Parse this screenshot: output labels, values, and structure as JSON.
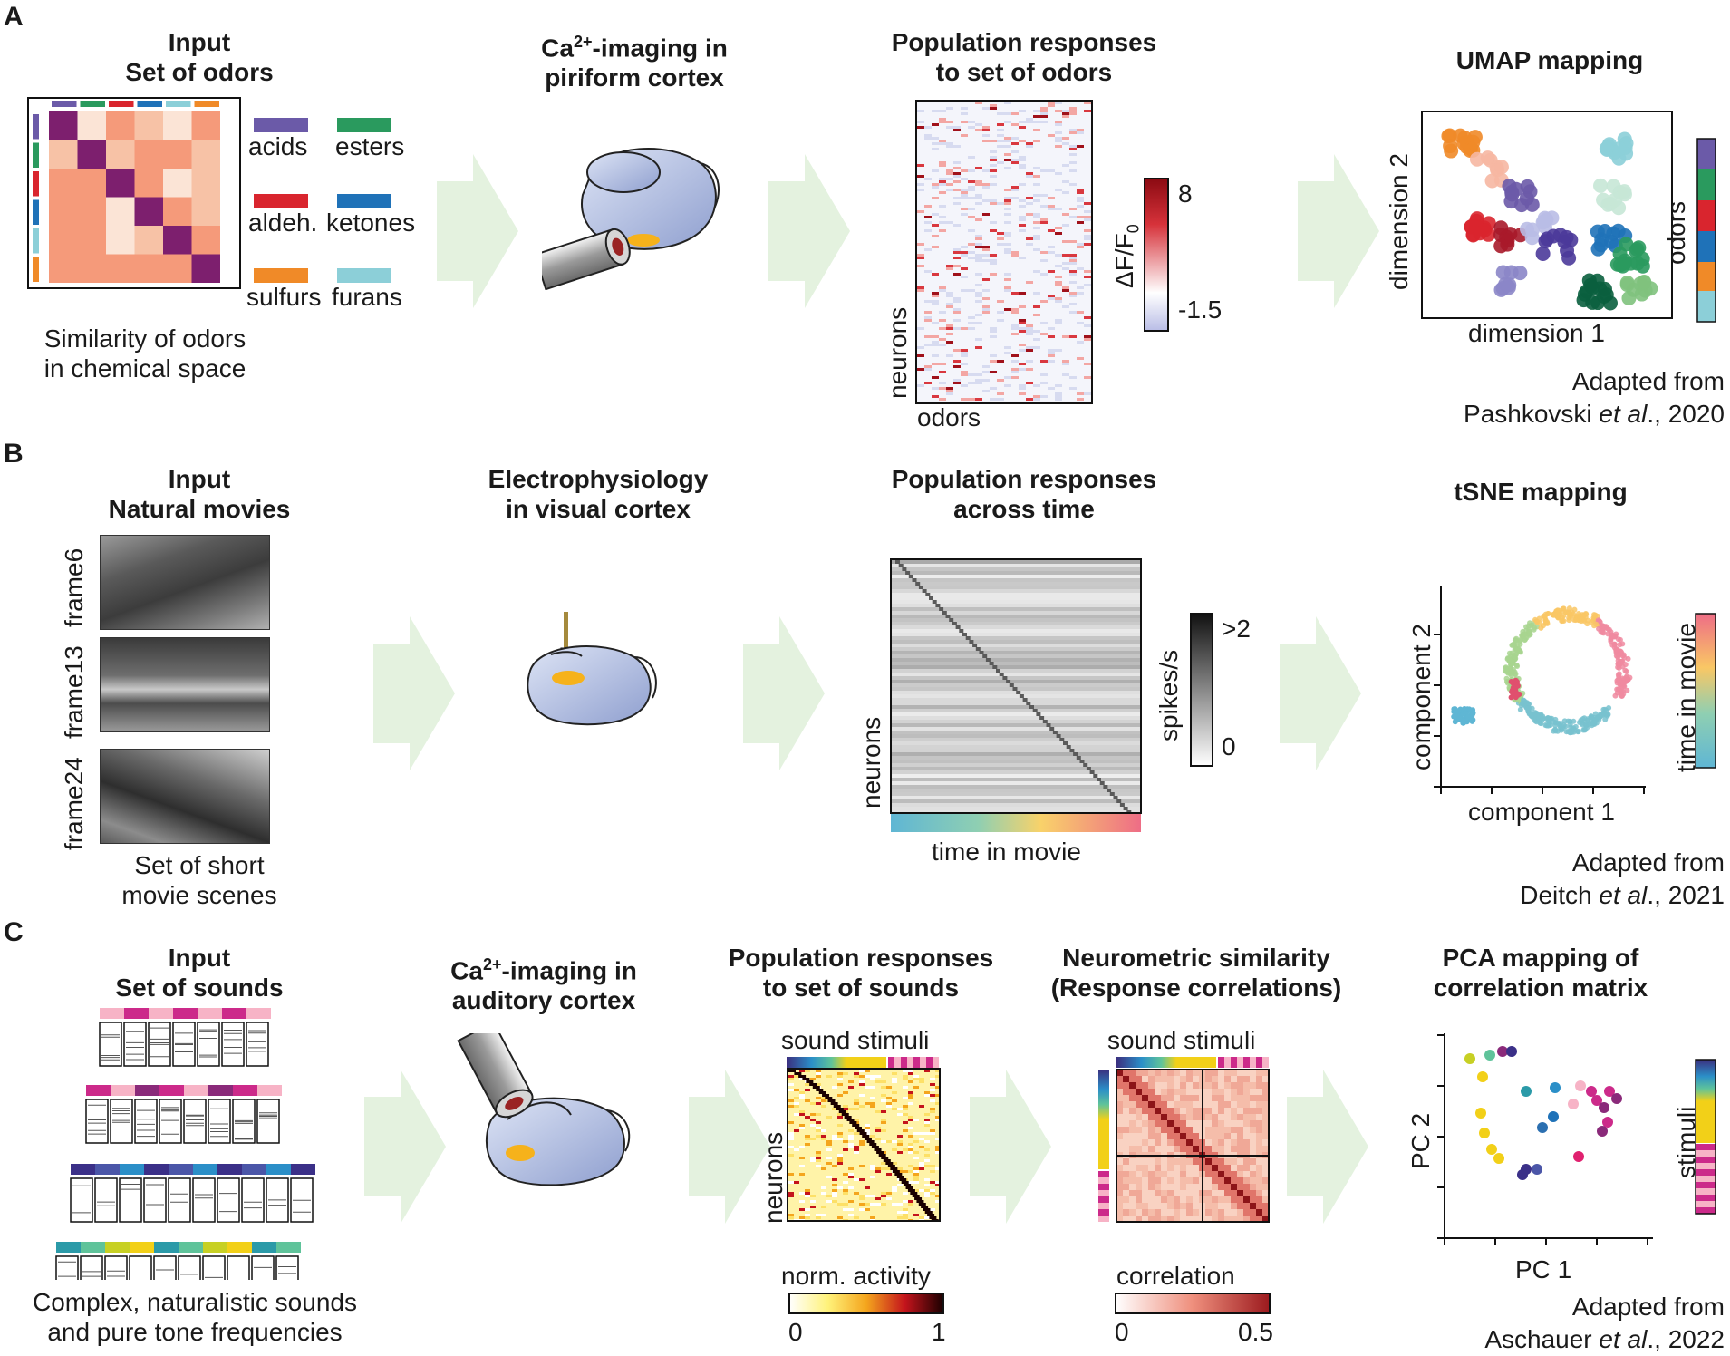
{
  "panels": {
    "A": {
      "letter": "A",
      "col1": {
        "title_line1": "Input",
        "title_line2": "Set of odors",
        "caption_line1": "Similarity of odors",
        "caption_line2": "in chemical space",
        "legend": [
          {
            "label": "acids",
            "color": "#6b5aa8"
          },
          {
            "label": "esters",
            "color": "#2a9a5e"
          },
          {
            "label": "aldeh.",
            "color": "#d9252e"
          },
          {
            "label": "ketones",
            "color": "#1f72b8"
          },
          {
            "label": "sulfurs",
            "color": "#f08a28"
          },
          {
            "label": "furans",
            "color": "#8ccfd8"
          }
        ]
      },
      "col2": {
        "title_line1_pre": "Ca",
        "title_line1_sup": "2+",
        "title_line1_post": "-imaging in",
        "title_line2": "piriform cortex"
      },
      "col3": {
        "title_line1": "Population responses",
        "title_line2": "to set of odors",
        "ylabel": "neurons",
        "xlabel": "odors",
        "colorbar_label": "ΔF/F",
        "colorbar_label_sub": "0",
        "colorbar_max": "8",
        "colorbar_min": "-1.5"
      },
      "col4": {
        "title": "UMAP mapping",
        "xlabel": "dimension 1",
        "ylabel": "dimension 2",
        "colorbar_label": "odors",
        "credit_line1": "Adapted from",
        "credit_line2_author": "Pashkovski ",
        "credit_line2_etal": "et al",
        "credit_line2_year": "., 2020"
      }
    },
    "B": {
      "letter": "B",
      "col1": {
        "title_line1": "Input",
        "title_line2": "Natural movies",
        "frames": [
          "frame6",
          "frame13",
          "frame24"
        ],
        "caption_line1": "Set of short",
        "caption_line2": "movie scenes"
      },
      "col2": {
        "title_line1": "Electrophysiology",
        "title_line2": "in visual cortex"
      },
      "col3": {
        "title_line1": "Population responses",
        "title_line2": "across time",
        "ylabel": "neurons",
        "xlabel": "time in movie",
        "colorbar_label": "spikes/s",
        "colorbar_max": ">2",
        "colorbar_min": "0"
      },
      "col4": {
        "title": "tSNE mapping",
        "xlabel": "component 1",
        "ylabel": "component 2",
        "colorbar_label": "time in movie",
        "credit_line1": "Adapted from",
        "credit_line2_author": "Deitch ",
        "credit_line2_etal": "et al",
        "credit_line2_year": "., 2021"
      }
    },
    "C": {
      "letter": "C",
      "col1": {
        "title_line1": "Input",
        "title_line2": "Set of sounds",
        "caption_line1": "Complex, naturalistic sounds",
        "caption_line2": "and pure tone frequencies"
      },
      "col2": {
        "title_line1_pre": "Ca",
        "title_line1_sup": "2+",
        "title_line1_post": "-imaging in",
        "title_line2": "auditory cortex"
      },
      "col3": {
        "title_line1": "Population responses",
        "title_line2": "to set of sounds",
        "toplabel": "sound stimuli",
        "ylabel": "neurons",
        "colorbar_label": "norm. activity",
        "colorbar_min": "0",
        "colorbar_max": "1"
      },
      "col4": {
        "title_line1": "Neurometric similarity",
        "title_line2": "(Response correlations)",
        "toplabel": "sound stimuli",
        "colorbar_label": "correlation",
        "colorbar_min": "0",
        "colorbar_max": "0.5"
      },
      "col5": {
        "title_line1": "PCA mapping of",
        "title_line2": "correlation matrix",
        "xlabel": "PC 1",
        "ylabel": "PC 2",
        "colorbar_label": "stimuli",
        "credit_line1": "Adapted from",
        "credit_line2_author": "Aschauer ",
        "credit_line2_etal": "et al",
        "credit_line2_year": "., 2022"
      }
    }
  }
}
